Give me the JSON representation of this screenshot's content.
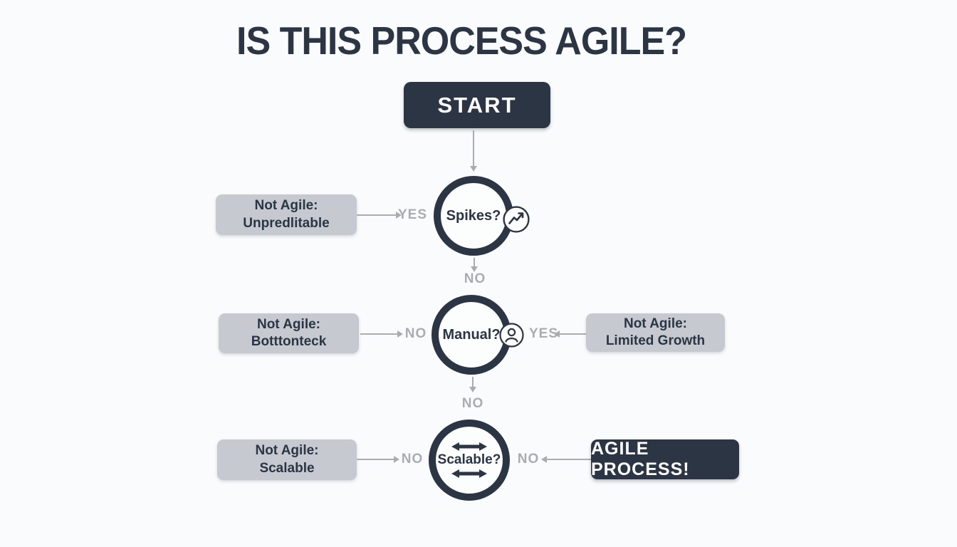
{
  "title": "IS THIS PROCESS AGILE?",
  "start": {
    "label": "START"
  },
  "flow": {
    "rows": [
      {
        "question": "Spikes?",
        "icon": "trend-up-icon",
        "left_box": {
          "line1": "Not Agile:",
          "line2": "Unpredlitable"
        },
        "left_answer": "YES",
        "down_answer": "NO"
      },
      {
        "question": "Manual?",
        "icon": "person-icon",
        "left_box": {
          "line1": "Not Agile:",
          "line2": "Botttonteck"
        },
        "left_answer": "NO",
        "right_box": {
          "line1": "Not Agile:",
          "line2": "Limited Growth"
        },
        "right_answer": "YES",
        "down_answer": "NO"
      },
      {
        "question": "Scalable?",
        "icon": "double-arrow-icon",
        "left_box": {
          "line1": "Not Agile:",
          "line2": "Scalable"
        },
        "left_answer": "NO",
        "result_box": {
          "label": "AGILE PROCESS!"
        },
        "right_answer": "NO"
      }
    ]
  },
  "colors": {
    "dark_navy": "#2b3543",
    "box_gray": "#c6cad0",
    "muted_gray": "#a9adb3",
    "background": "#fafbfc"
  }
}
